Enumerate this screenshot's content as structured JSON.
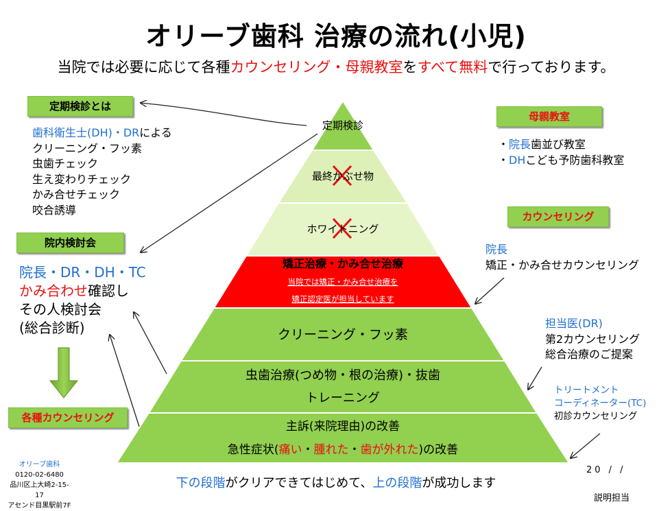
{
  "title": "オリーブ歯科 治療の流れ(小児)",
  "subtitle": {
    "part1": "当院では必要に応じて各種",
    "part2": "カウンセリング・母親教室",
    "part3": "を",
    "part4": "すべて無料",
    "part5": "で行っております。"
  },
  "left": {
    "checkup_box": "定期検診とは",
    "checkup_items": {
      "first": "歯科衛生士(DH)・DR",
      "first_suffix": "による",
      "items": [
        "クリーニング・フッ素",
        "虫歯チェック",
        "生え変わりチェック",
        "かみ合せチェック",
        "咬合誘導"
      ]
    },
    "meeting_box": "院内検討会",
    "meeting_lines": {
      "line1": "院長・DR・DH・TC",
      "line2_red": "かみ合わせ",
      "line2_rest": "確認し",
      "line3": "その人検討会",
      "line4": "(総合診断)"
    },
    "counseling_box": "各種カウンセリング"
  },
  "right": {
    "mother_box": "母親教室",
    "mother_items": {
      "item1_blue": "院長",
      "item1_rest": "歯並び教室",
      "item2_blue": "DH",
      "item2_rest": "こども予防歯科教室"
    },
    "counsel_box": "カウンセリング",
    "director": "院長",
    "director_desc": "矯正・かみ合せカウンセリング",
    "doctor": "担当医(DR)",
    "doctor_desc1": "第2カウンセリング",
    "doctor_desc2": "総合治療のご提案",
    "tc1": "トリートメント",
    "tc2": "コーディネーター(TC)",
    "tc_desc": "初診カウンセリング"
  },
  "pyramid": {
    "tier1": "定期検診",
    "tier2": "最終かぶせ物",
    "tier3": "ホワイトニング",
    "tier4_title": "矯正治療・かみ合せ治療",
    "tier4_note1": "当院では矯正・かみ合せ治療を",
    "tier4_note2": "矯正認定医が担当しています",
    "tier5": "クリーニング・フッ素",
    "tier6_line1": "虫歯治療(つめ物・根の治療)・抜歯",
    "tier6_line2": "トレーニング",
    "tier7_line1": "主訴(来院理由)の改善",
    "tier7_line2_a": "急性症状(",
    "tier7_red1": "痛い",
    "tier7_sep1": "・",
    "tier7_red2": "腫れた",
    "tier7_sep2": "・",
    "tier7_red3": "歯が外れた",
    "tier7_line2_b": ")の改善"
  },
  "footer": {
    "blue1": "下の段階",
    "mid": "がクリアできてはじめて、",
    "blue2": "上の段階",
    "end": "が成功します"
  },
  "contact": {
    "name": "オリーブ歯科",
    "phone": "0120-02-6480",
    "address": "品川区上大崎2-15-17",
    "building": "アセンド目黒駅前7F"
  },
  "page_number": "20 / /",
  "presenter": "説明担当",
  "colors": {
    "green": "#92d050",
    "pale_green": "#e6f5c8",
    "red": "#ff0000",
    "blue_text": "#1f6fd0"
  }
}
